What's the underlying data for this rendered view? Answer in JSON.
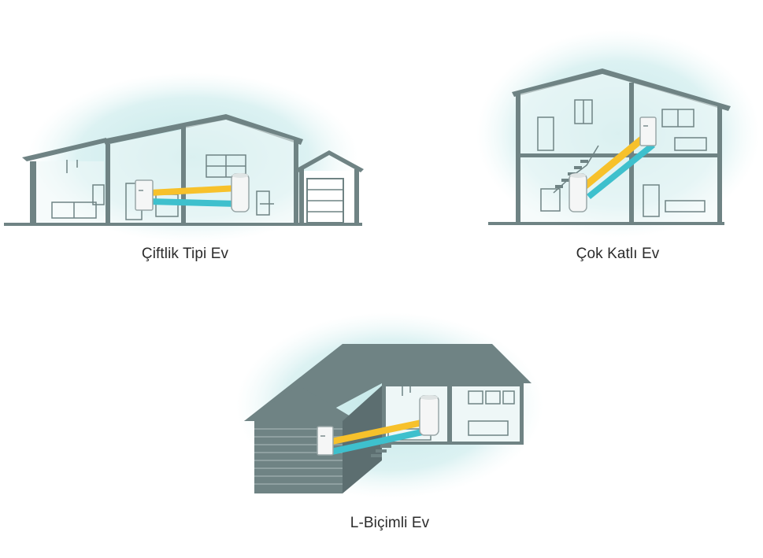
{
  "houses": [
    {
      "id": "ranch",
      "label": "Çiftlik Tipi Ev"
    },
    {
      "id": "multi",
      "label": "Çok Katlı Ev"
    },
    {
      "id": "l-shaped",
      "label": "L-Biçimli Ev"
    }
  ],
  "colors": {
    "wall": "#6f8384",
    "wall_dark": "#5c6e70",
    "interior": "#eef7f7",
    "glow": "#bfe6e6",
    "signal_primary": "#f7c12b",
    "signal_secondary": "#3ec0cd",
    "device": "#f5f6f6"
  },
  "icons": [
    "mesh-router-icon",
    "mesh-satellite-icon"
  ]
}
